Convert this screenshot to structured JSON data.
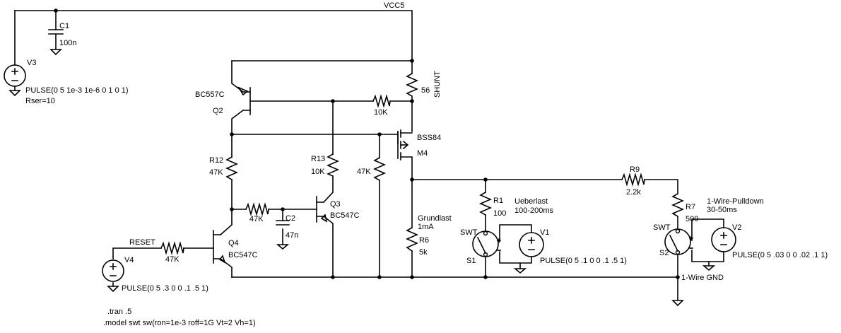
{
  "net_labels": {
    "vcc": "VCC5",
    "reset": "RESET",
    "wire_gnd": "1-Wire GND"
  },
  "components": {
    "c1": {
      "ref": "C1",
      "value": "100n"
    },
    "v3": {
      "ref": "V3",
      "value": "PULSE(0 5 1e-3 1e-6 0 1 0 1)",
      "extra": "Rser=10"
    },
    "q2": {
      "ref": "Q2",
      "value": "BC557C"
    },
    "shunt": {
      "ref": "SHUNT",
      "value": "56"
    },
    "r10k": {
      "value": "10K"
    },
    "m4": {
      "ref": "M4",
      "value": "BSS84"
    },
    "r12": {
      "ref": "R12",
      "value": "47K"
    },
    "r13": {
      "ref": "R13",
      "value": "10K"
    },
    "r47k_gate": {
      "value": "47K"
    },
    "r47k_base": {
      "value": "47K"
    },
    "c2": {
      "ref": "C2",
      "value": "47n"
    },
    "q3": {
      "ref": "Q3",
      "value": "BC547C"
    },
    "q4": {
      "ref": "Q4",
      "value": "BC547C"
    },
    "r_reset": {
      "value": "47K"
    },
    "v4": {
      "ref": "V4",
      "value": "PULSE(0 5 .3 0 0 .1 .5 1)"
    },
    "r6": {
      "ref": "R6",
      "value": "5k",
      "note1": "Grundlast",
      "note2": "1mA"
    },
    "r1": {
      "ref": "R1",
      "value": "100",
      "note1": "Ueberlast",
      "note2": "100-200ms"
    },
    "s1": {
      "ref": "S1",
      "model": "SWT"
    },
    "v1": {
      "ref": "V1",
      "value": "PULSE(0 5 .1 0 0 .1 .5 1)"
    },
    "r9": {
      "ref": "R9",
      "value": "2.2k"
    },
    "r7": {
      "ref": "R7",
      "value": "500",
      "note1": "1-Wire-Pulldown",
      "note2": "30-50ms"
    },
    "s2": {
      "ref": "S2",
      "model": "SWT"
    },
    "v2": {
      "ref": "V2",
      "value": "PULSE(0 5 .03 0 0 .02 .1 1)"
    }
  },
  "directives": [
    ".tran .5",
    ".model swt sw(ron=1e-3 roff=1G Vt=2 Vh=1)"
  ]
}
